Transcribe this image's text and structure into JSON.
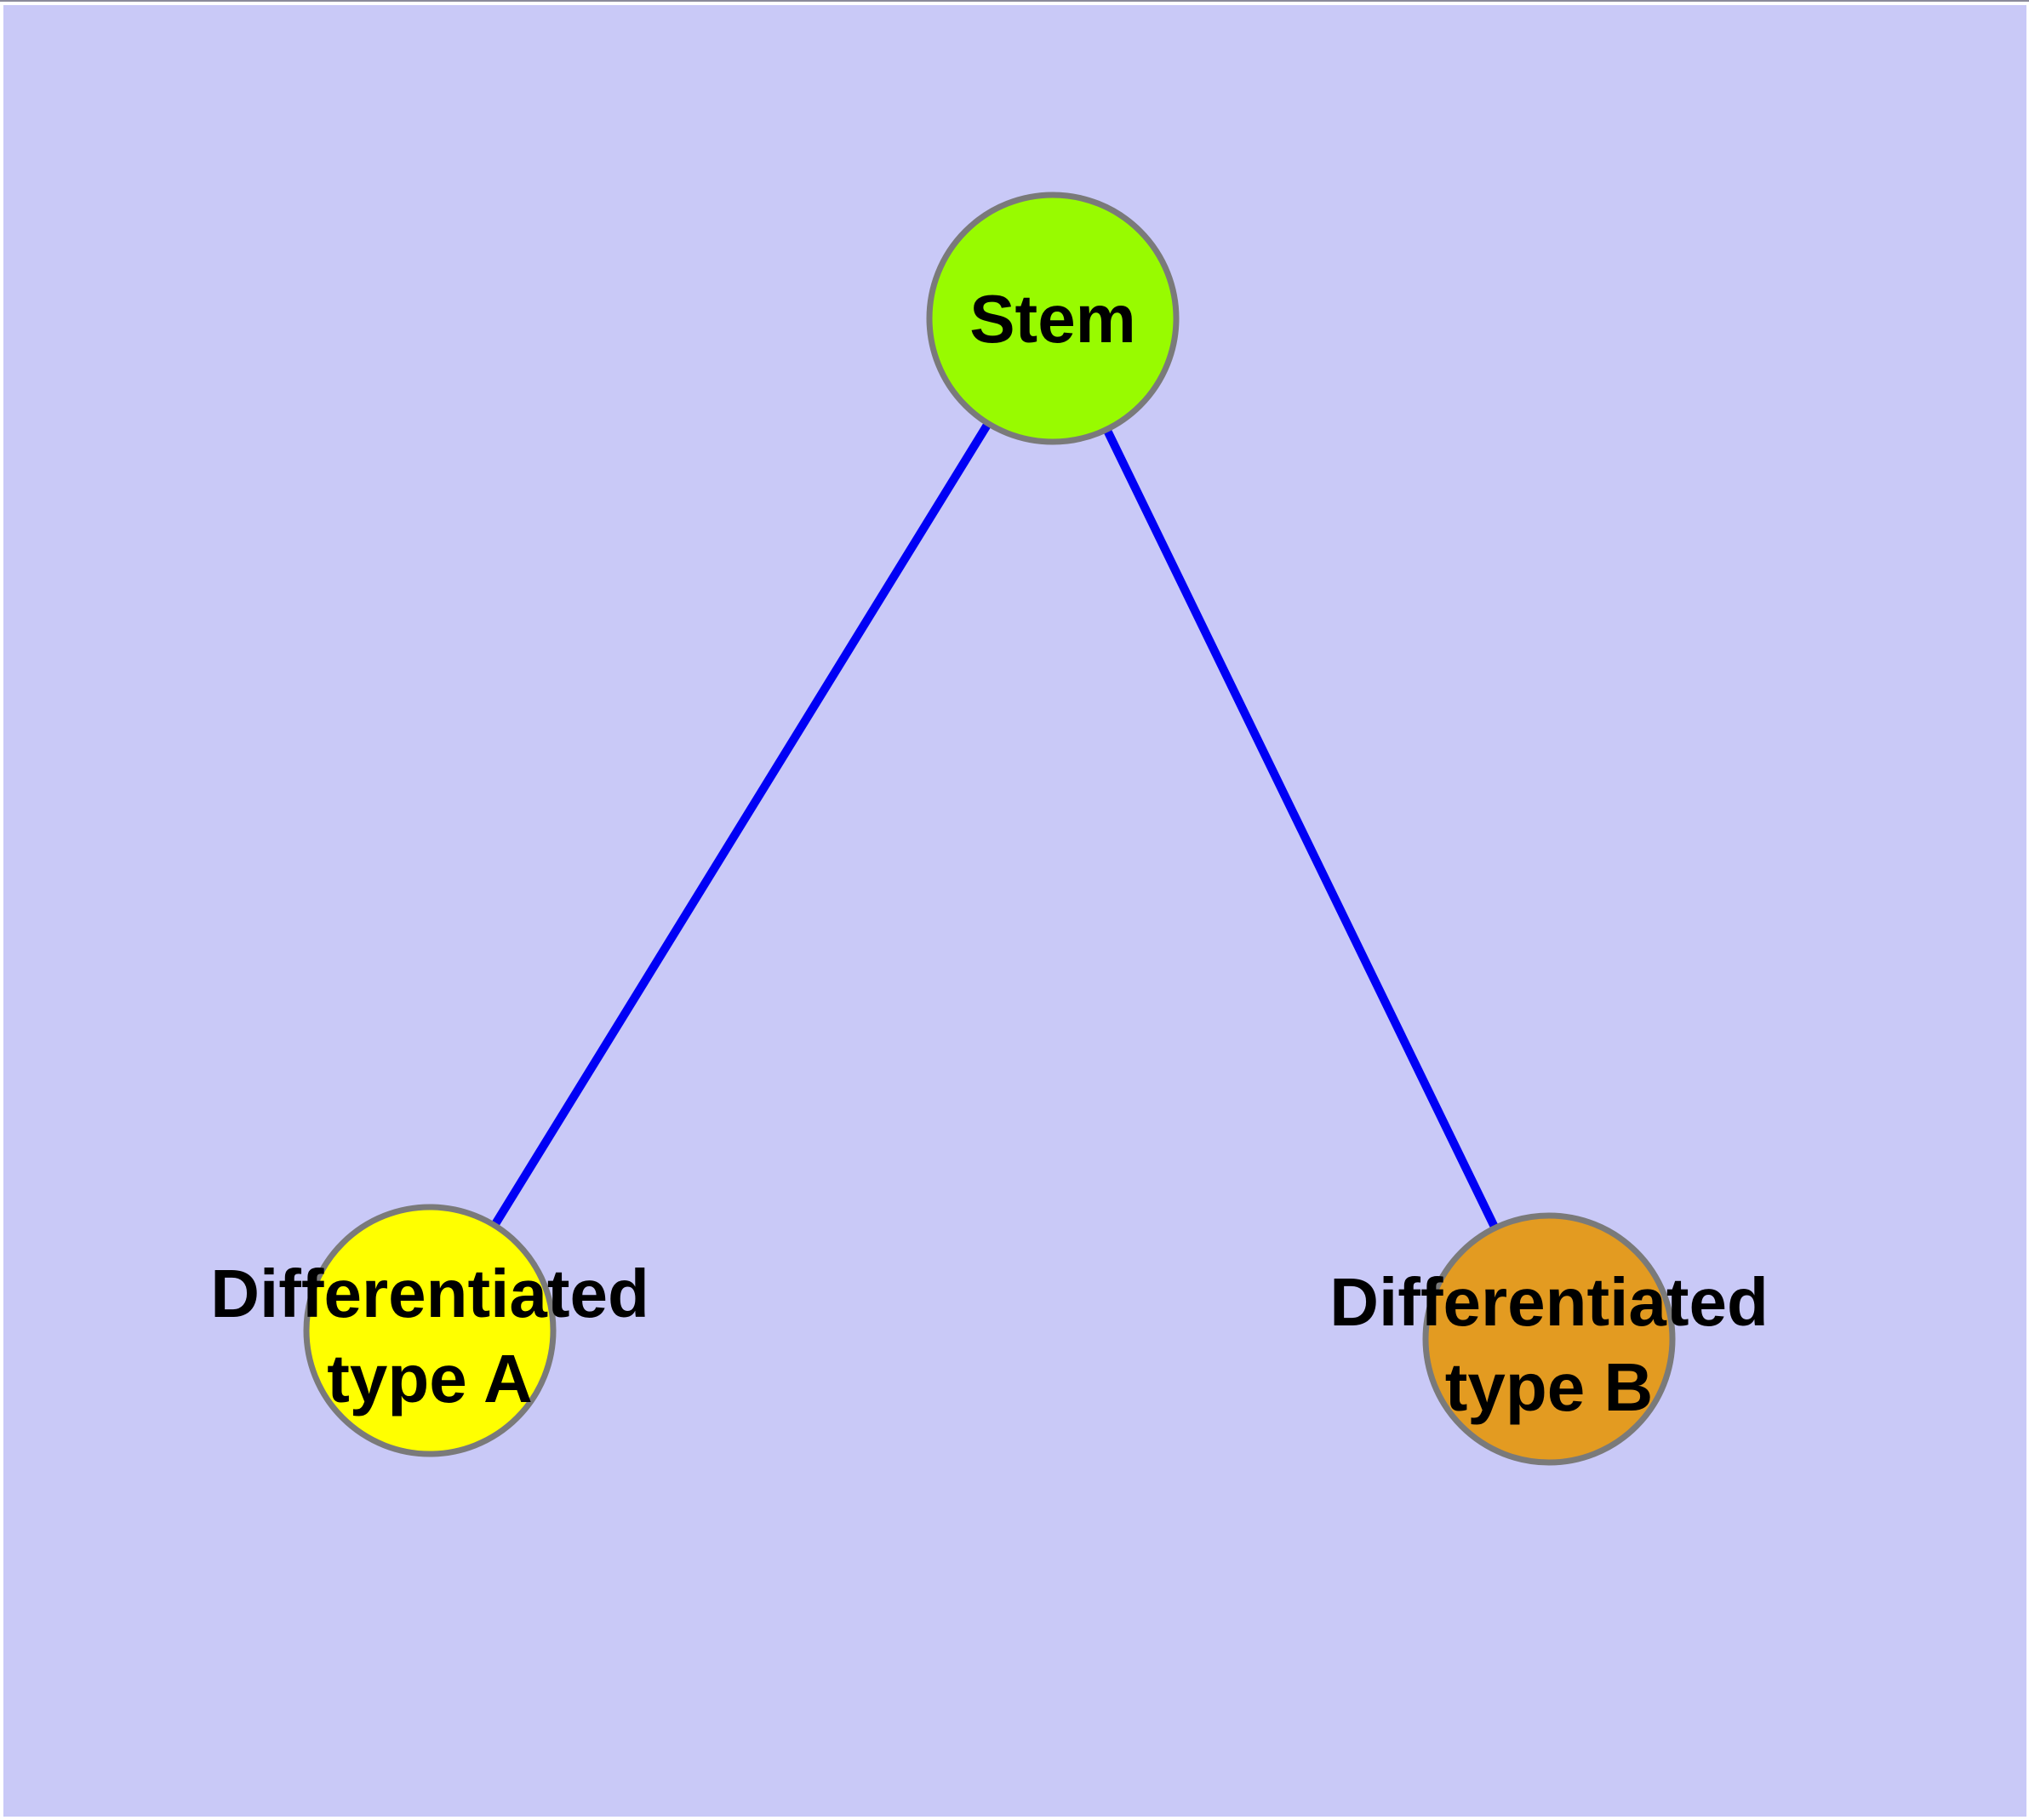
{
  "style": {
    "plot_background": "#C9C9F7",
    "page_background": "#FFFFFF",
    "node_border_color": "#7A7A7A",
    "label_color": "#000000",
    "edge_color": "#0000F5"
  },
  "graph": {
    "nodes": [
      {
        "id": "stem",
        "label": "Stem",
        "fill": "#98FB00"
      },
      {
        "id": "type-a",
        "label_line1": "Differentiated",
        "label_line2": "type A",
        "fill": "#FFFF00"
      },
      {
        "id": "type-b",
        "label_line1": "Differentiated",
        "label_line2": "type B",
        "fill": "#E39B21"
      }
    ],
    "edges": [
      {
        "from": "stem",
        "to": "type-a"
      },
      {
        "from": "stem",
        "to": "type-b"
      }
    ]
  }
}
